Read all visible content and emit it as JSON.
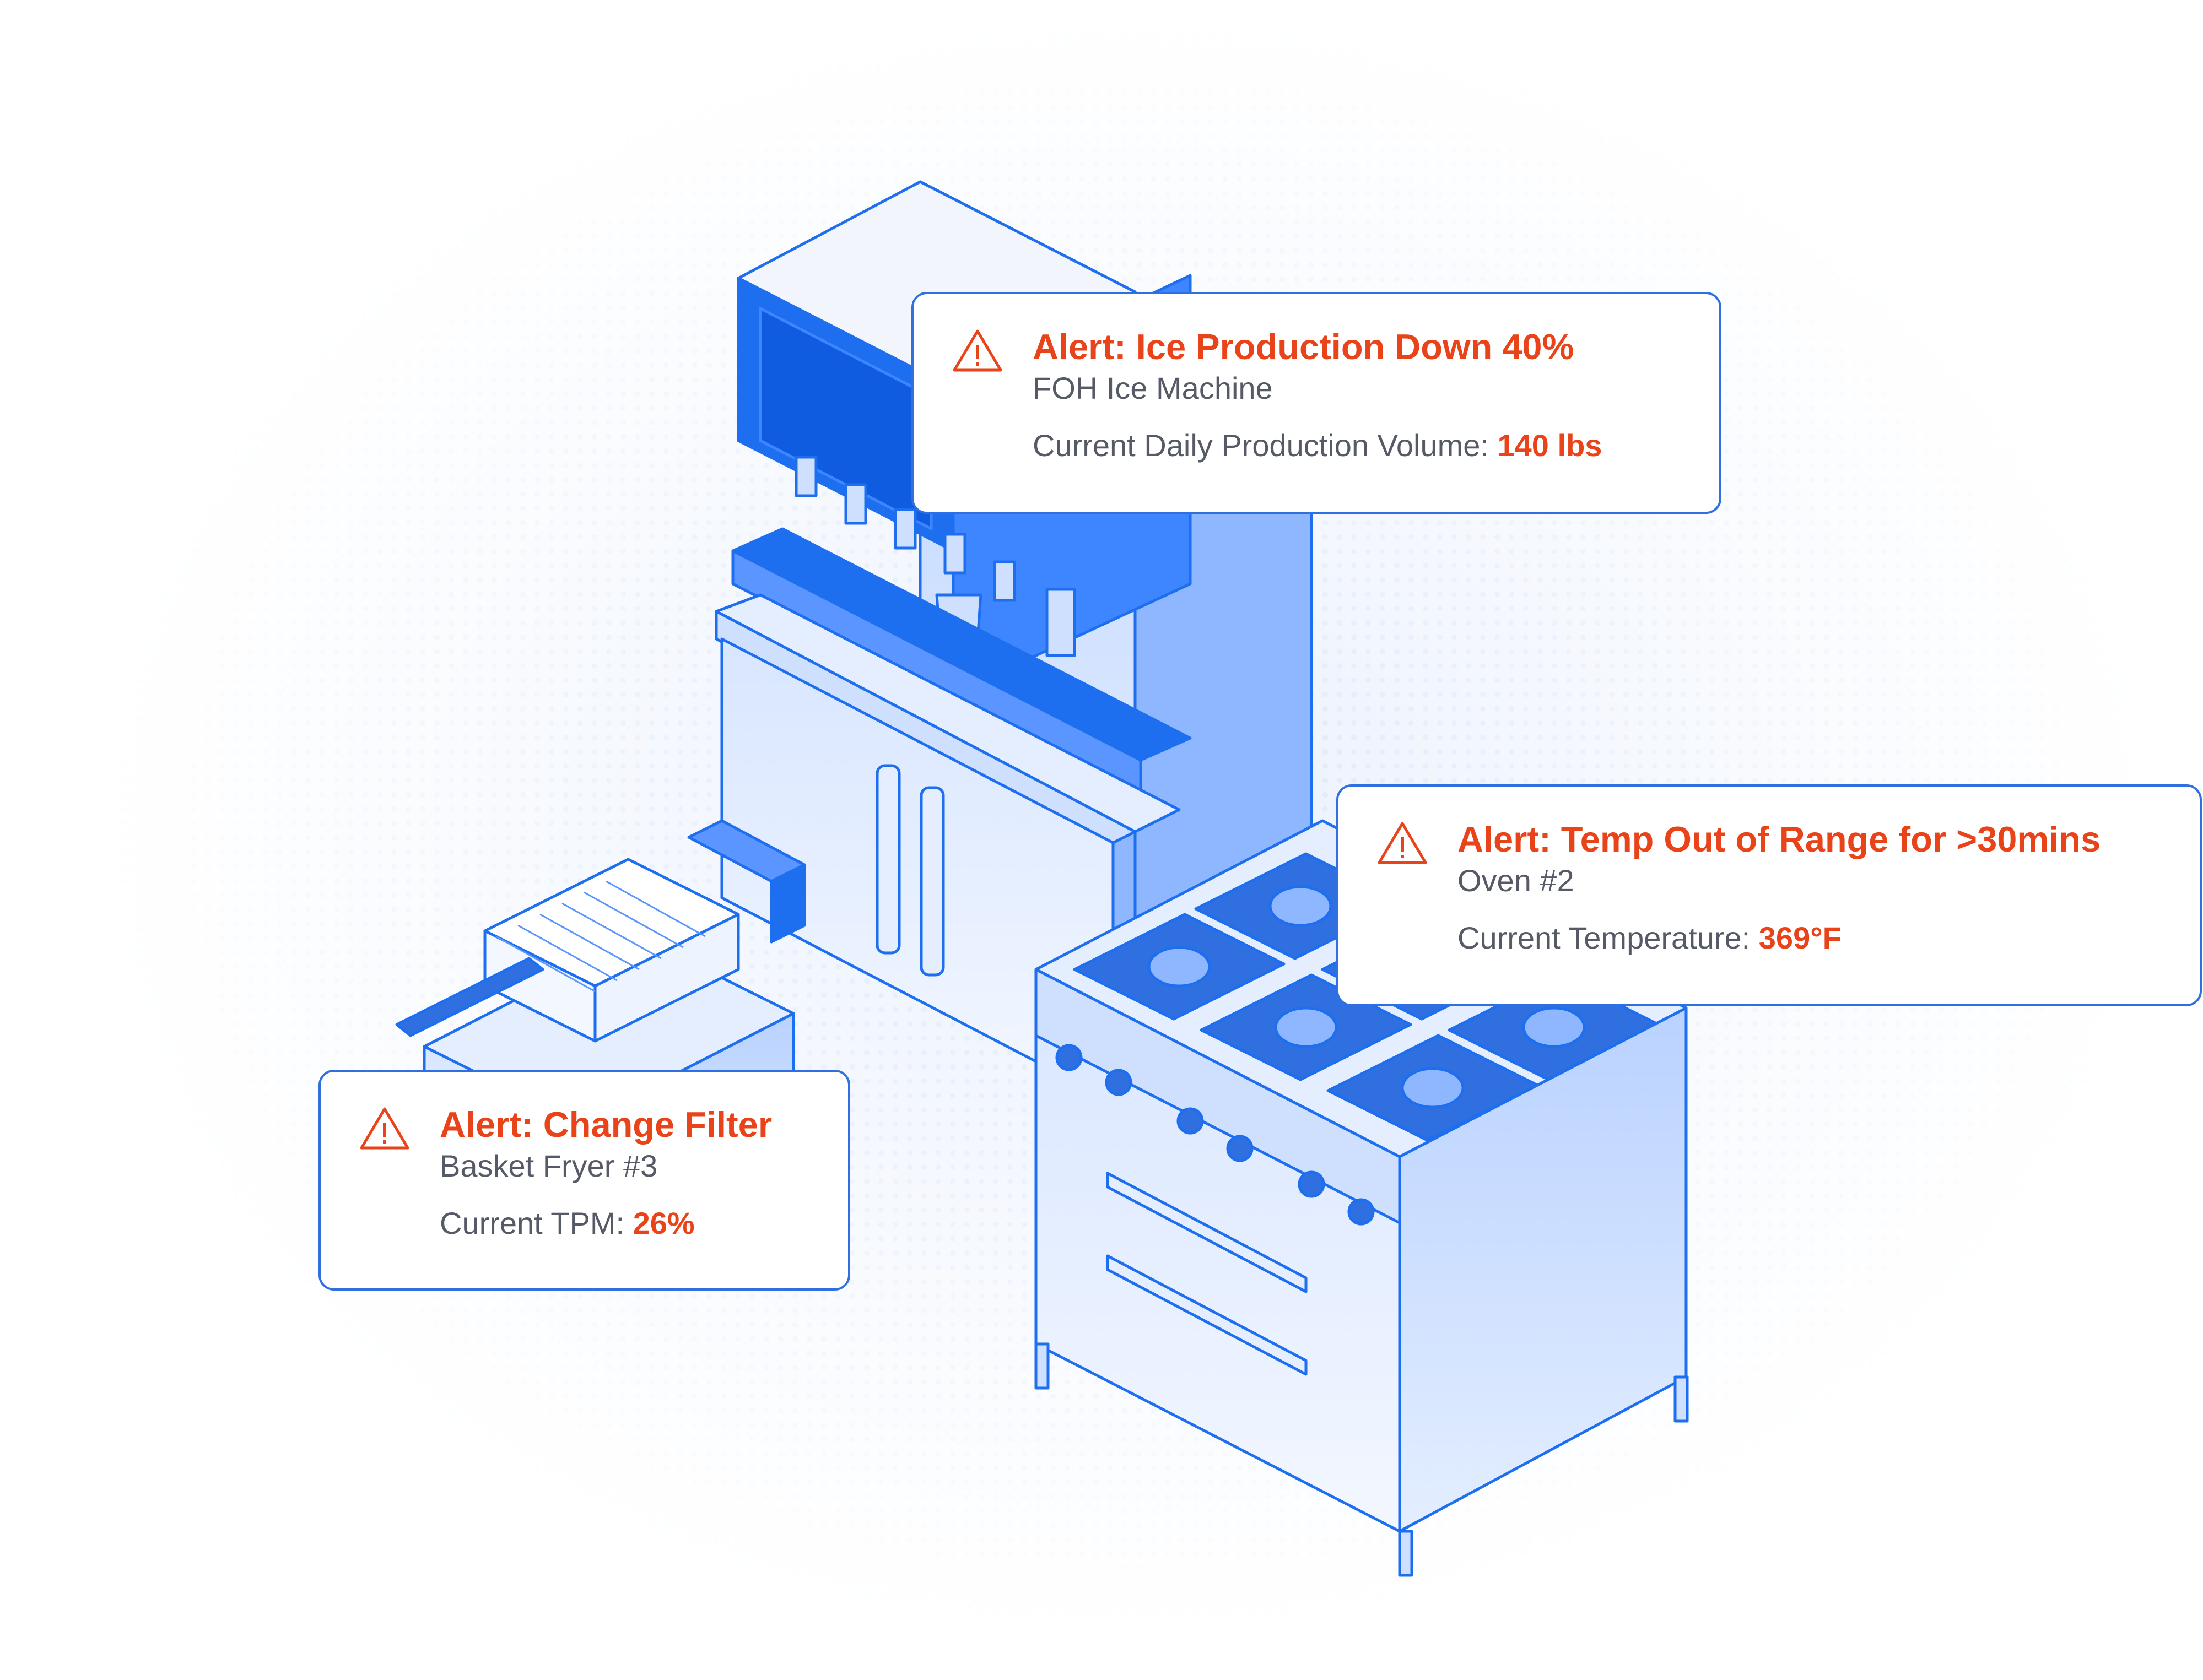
{
  "theme": {
    "accent": "#2f6fe0",
    "alert": "#e9431a",
    "text": "#555a66",
    "equipment_fill": "#cfe0ff",
    "equipment_dark": "#1e6ef0"
  },
  "alerts": [
    {
      "icon": "warning-triangle-icon",
      "title": "Alert: Ice Production Down 40%",
      "device": "FOH Ice Machine",
      "metric_label": "Current Daily Production Volume:",
      "metric_value": "140 lbs"
    },
    {
      "icon": "warning-triangle-icon",
      "title": "Alert: Temp Out of Range for >30mins",
      "device": "Oven #2",
      "metric_label": "Current Temperature:",
      "metric_value": "369°F"
    },
    {
      "icon": "warning-triangle-icon",
      "title": "Alert: Change Filter",
      "device": "Basket Fryer #3",
      "metric_label": "Current TPM:",
      "metric_value": "26%"
    }
  ]
}
